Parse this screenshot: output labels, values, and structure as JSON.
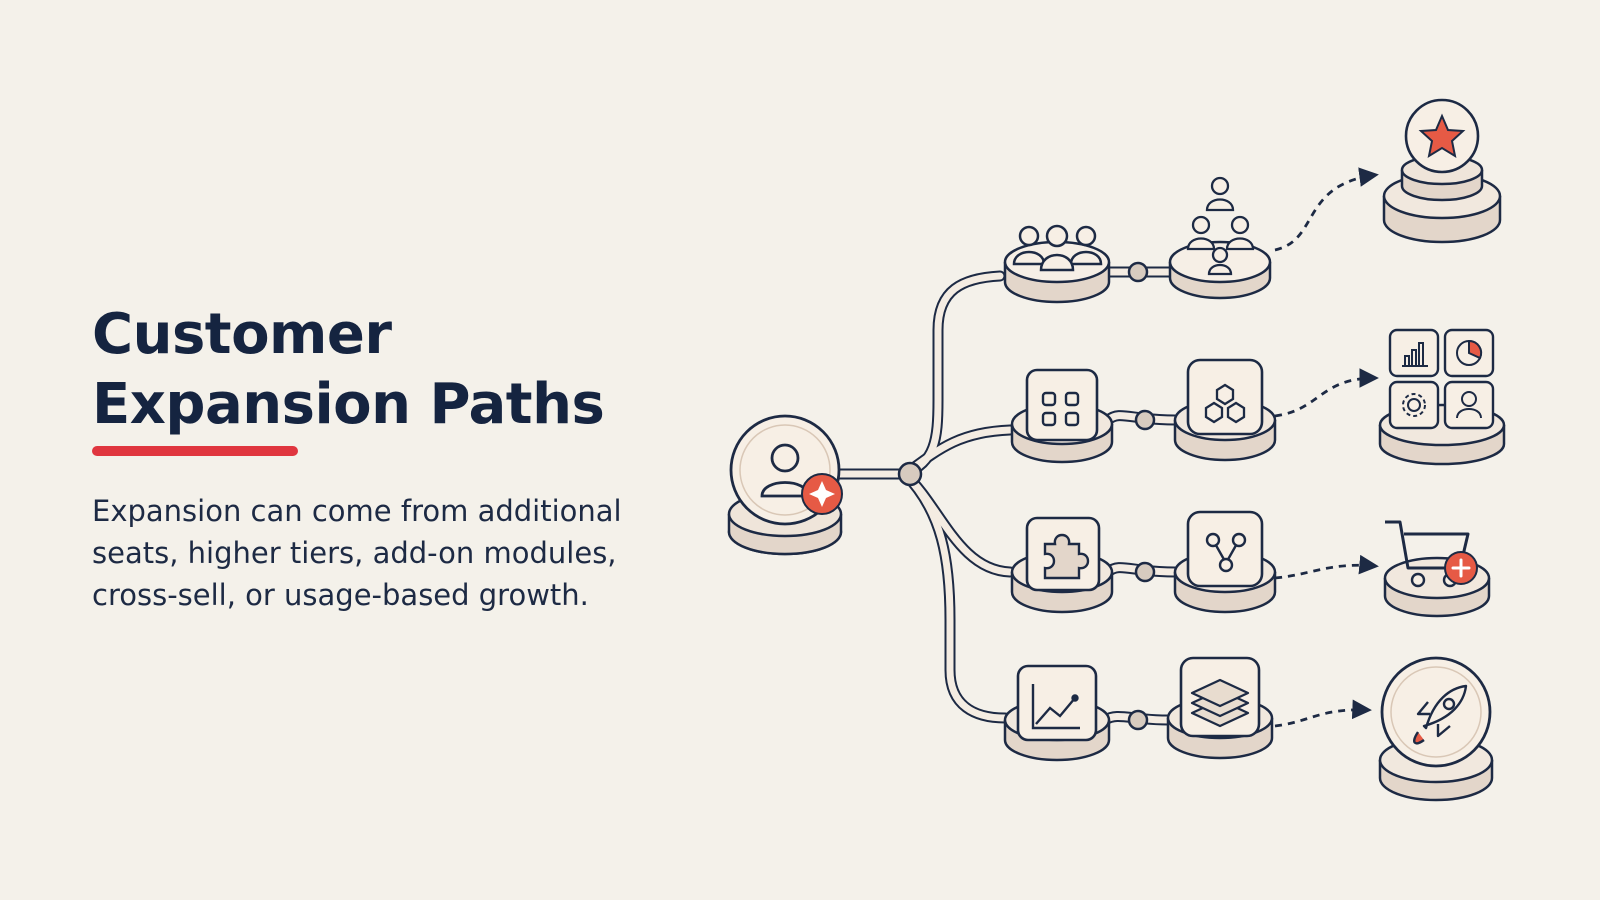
{
  "slide": {
    "title_line1": "Customer",
    "title_line2": "Expansion Paths",
    "body": "Expansion can come from additional seats, higher tiers, add-on modules, cross-sell, or usage-based growth."
  },
  "colors": {
    "background": "#f4f1ea",
    "ink": "#1d2a44",
    "accent": "#e65a45",
    "underline": "#e0363f",
    "node_fill": "#f6efe6",
    "node_side": "#e3d6ca"
  },
  "diagram": {
    "start": {
      "icon": "customer-profile-icon",
      "badge": "sparkle-icon"
    },
    "paths": [
      {
        "id": "seats",
        "steps": [
          "team-group-icon",
          "org-hierarchy-icon"
        ],
        "outcome": "star-icon"
      },
      {
        "id": "tiers",
        "steps": [
          "app-grid-icon",
          "hexagon-cluster-icon"
        ],
        "outcome": "dashboard-modules-icon"
      },
      {
        "id": "addons",
        "steps": [
          "puzzle-piece-icon",
          "share-network-icon"
        ],
        "outcome": "shopping-cart-add-icon"
      },
      {
        "id": "usage",
        "steps": [
          "line-chart-icon",
          "layers-stack-icon"
        ],
        "outcome": "rocket-icon"
      }
    ]
  }
}
